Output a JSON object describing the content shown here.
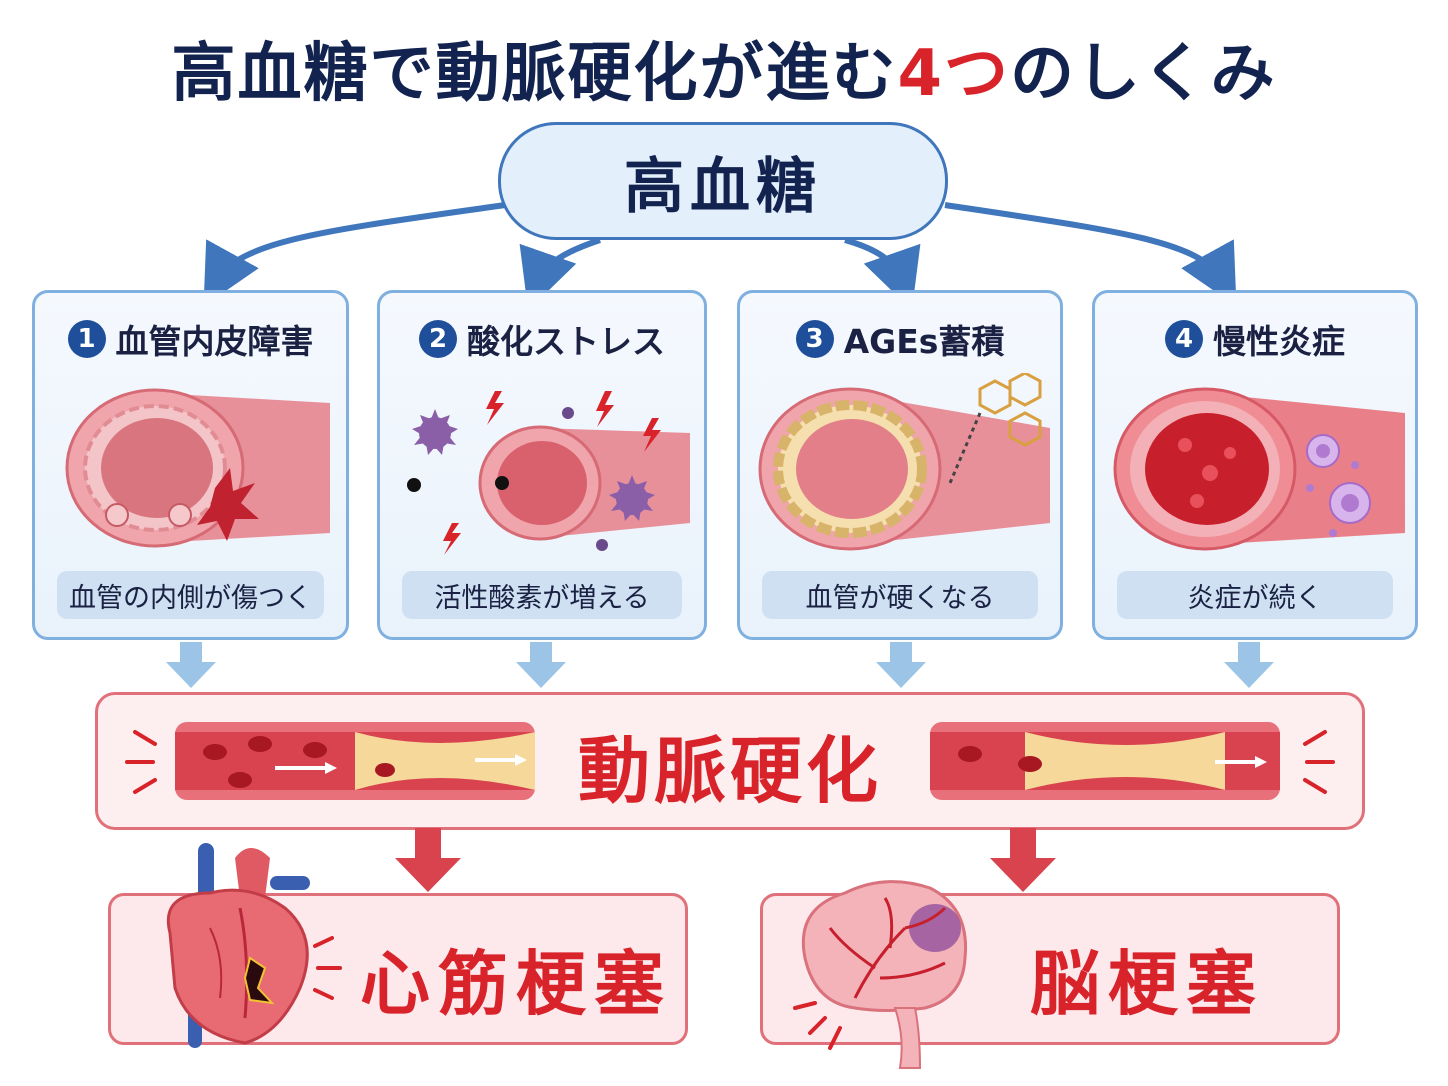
{
  "title": {
    "main": "高血糖で動脈硬化が進む",
    "highlight": "4つ",
    "tail": "のしくみ"
  },
  "root": {
    "label": "高血糖"
  },
  "mechanisms": [
    {
      "number": "1",
      "heading": "血管内皮障害",
      "caption": "血管の内側が傷つく"
    },
    {
      "number": "2",
      "heading": "酸化ストレス",
      "caption": "活性酸素が増える"
    },
    {
      "number": "3",
      "heading": "AGEs蓄積",
      "caption": "血管が硬くなる"
    },
    {
      "number": "4",
      "heading": "慢性炎症",
      "caption": "炎症が続く"
    }
  ],
  "result": {
    "label": "動脈硬化"
  },
  "outcomes": [
    {
      "label": "心筋梗塞"
    },
    {
      "label": "脳梗塞"
    }
  ],
  "colors": {
    "navy": "#13234f",
    "accent_red": "#d8232a",
    "card_border": "#7fb0df",
    "root_border": "#3f76bc",
    "vessel": "#e8707a"
  }
}
